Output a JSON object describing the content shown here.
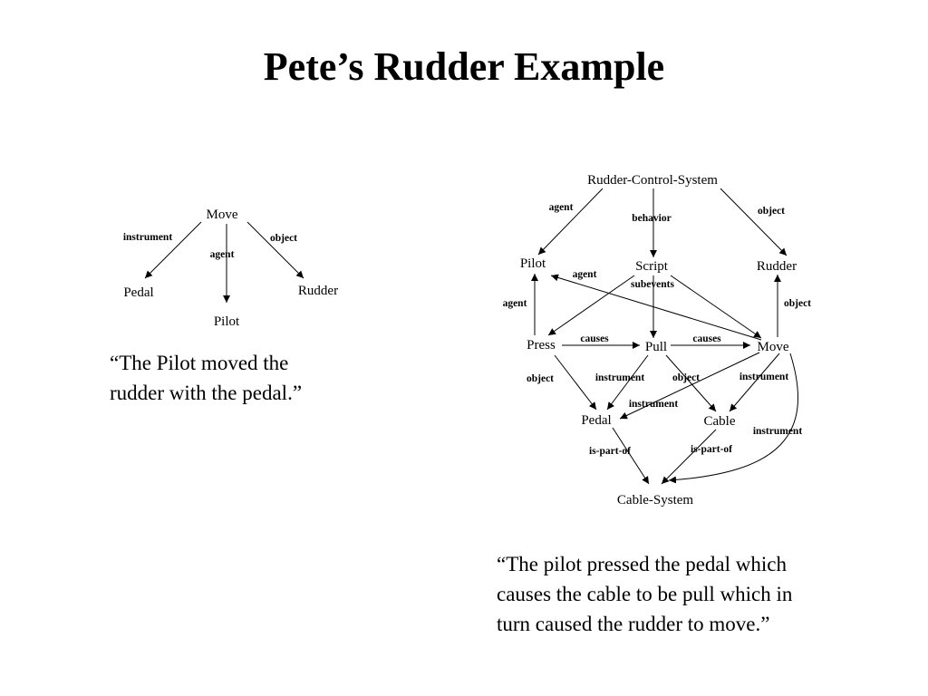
{
  "slide": {
    "title": "Pete’s Rudder Example"
  },
  "simple_diagram": {
    "nodes": {
      "move": "Move",
      "pedal": "Pedal",
      "pilot": "Pilot",
      "rudder": "Rudder"
    },
    "edges": {
      "instrument": "instrument",
      "agent": "agent",
      "object": "object"
    },
    "caption_lines": [
      "“The Pilot moved the",
      "rudder with the pedal.”"
    ]
  },
  "complex_diagram": {
    "nodes": {
      "rcs": "Rudder-Control-System",
      "pilot": "Pilot",
      "script": "Script",
      "rudder": "Rudder",
      "press": "Press",
      "pull": "Pull",
      "move": "Move",
      "pedal": "Pedal",
      "cable": "Cable",
      "cable_system": "Cable-System"
    },
    "edges": {
      "rcs_pilot": "agent",
      "rcs_script": "behavior",
      "rcs_rudder": "object",
      "move_pilot": "agent",
      "script_subevents": "subevents",
      "press_pilot": "agent",
      "press_pull": "causes",
      "pull_move": "causes",
      "move_rudder": "object",
      "press_pedal": "object",
      "pull_pedal": "instrument",
      "pull_cable": "object",
      "move_pedal": "instrument",
      "move_cable": "instrument",
      "move_cable_system": "instrument",
      "pedal_cable_system": "is-part-of",
      "cable_cable_system": "is-part-of"
    },
    "caption_lines": [
      "“The pilot pressed the pedal which",
      "causes the cable to be pull which in",
      "turn caused the rudder to move.”"
    ]
  }
}
